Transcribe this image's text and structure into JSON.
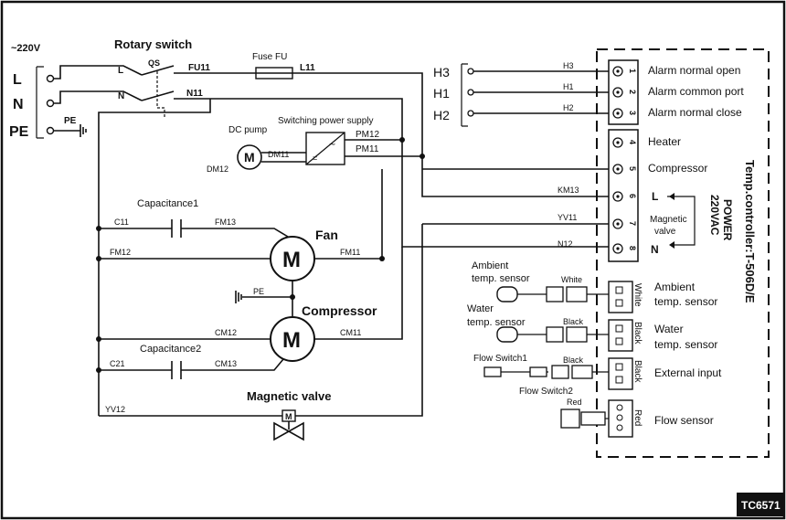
{
  "supply": {
    "voltage": "~220V",
    "l": "L",
    "n": "N",
    "pe": "PE",
    "pe_small": "PE"
  },
  "rotary": {
    "title": "Rotary switch",
    "qs": "QS",
    "l": "L",
    "n": "N",
    "fu11": "FU11",
    "n11": "N11"
  },
  "fuse": {
    "label": "Fuse FU",
    "l11": "L11"
  },
  "pump": {
    "dc_pump": "DC pump",
    "dm11": "DM11",
    "dm12": "DM12",
    "motor": "M"
  },
  "psu": {
    "label": "Switching power supply",
    "pm12": "PM12",
    "pm11": "PM11"
  },
  "alarm": {
    "h3": "H3",
    "h1": "H1",
    "h2": "H2",
    "w_h3": "H3",
    "w_h1": "H1",
    "w_h2": "H2"
  },
  "wires": {
    "km13": "KM13",
    "yv11": "YV11",
    "n12": "N12"
  },
  "cap1": {
    "label": "Capacitance1",
    "c11": "C11",
    "fm13": "FM13"
  },
  "fan": {
    "label": "Fan",
    "fm12": "FM12",
    "fm11": "FM11",
    "motor": "M"
  },
  "pe_mid": "PE",
  "comp": {
    "label": "Compressor",
    "cm12": "CM12",
    "cm11": "CM11",
    "motor": "M"
  },
  "cap2": {
    "label": "Capacitance2",
    "c21": "C21",
    "cm13": "CM13"
  },
  "valve": {
    "label": "Magnetic valve",
    "yv12": "YV12",
    "m": "M"
  },
  "controller": {
    "title": "Temp.controller:T-506D/E",
    "power": "POWER\n220VAC",
    "power_l1": "POWER",
    "power_l2": "220VAC",
    "pin_l": "L",
    "pin_n": "N",
    "mv_label_1": "Magnetic",
    "mv_label_2": "valve",
    "terminals": [
      {
        "num": "1",
        "label": "Alarm normal open"
      },
      {
        "num": "2",
        "label": "Alarm common port"
      },
      {
        "num": "3",
        "label": "Alarm normal close"
      },
      {
        "num": "4",
        "label": "Heater"
      },
      {
        "num": "5",
        "label": "Compressor"
      },
      {
        "num": "6",
        "label": ""
      },
      {
        "num": "7",
        "label": ""
      },
      {
        "num": "8",
        "label": ""
      }
    ]
  },
  "sensors": {
    "ambient_l1": "Ambient",
    "ambient_l2": "temp. sensor",
    "water_l1": "Water",
    "water_l2": "temp. sensor",
    "white": "White",
    "black1": "Black",
    "black2": "Black",
    "red": "Red",
    "flow1": "Flow Switch1",
    "flow2": "Flow Switch2",
    "port_white": "White",
    "port_black1": "Black",
    "port_black2": "Black",
    "port_red": "Red",
    "ambient_port_l1": "Ambient",
    "ambient_port_l2": "temp. sensor",
    "water_port_l1": "Water",
    "water_port_l2": "temp. sensor",
    "external_input": "External input",
    "flow_sensor": "Flow sensor"
  },
  "badge": "TC6571"
}
